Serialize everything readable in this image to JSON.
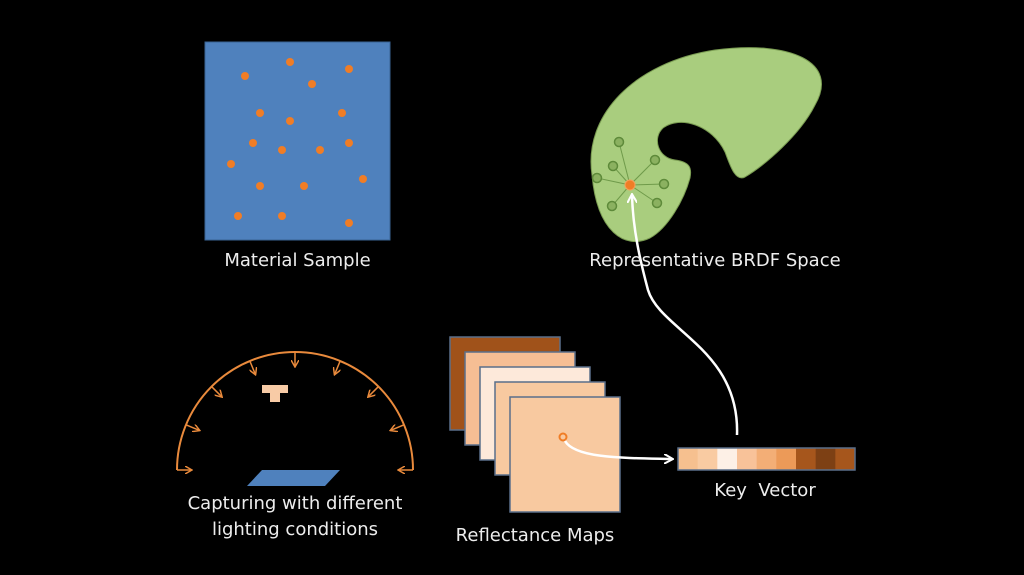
{
  "labels": {
    "material_sample": "Material Sample",
    "brdf_space": "Representative BRDF Space",
    "capturing_line1": "Capturing with different",
    "capturing_line2": "lighting conditions",
    "reflectance_maps": "Reflectance Maps",
    "key_vector": "Key  Vector"
  },
  "colors": {
    "sample_blue": "#4f81bd",
    "dot_orange": "#f07d26",
    "brdf_green": "#a9cd7e",
    "dome_orange": "#e98a3c",
    "key_vector_cells": [
      "#f6c08f",
      "#f9cba2",
      "#fdf0e6",
      "#f8c299",
      "#f3ae76",
      "#ec9a58",
      "#a6561c",
      "#7d4014",
      "#a6561c"
    ]
  }
}
